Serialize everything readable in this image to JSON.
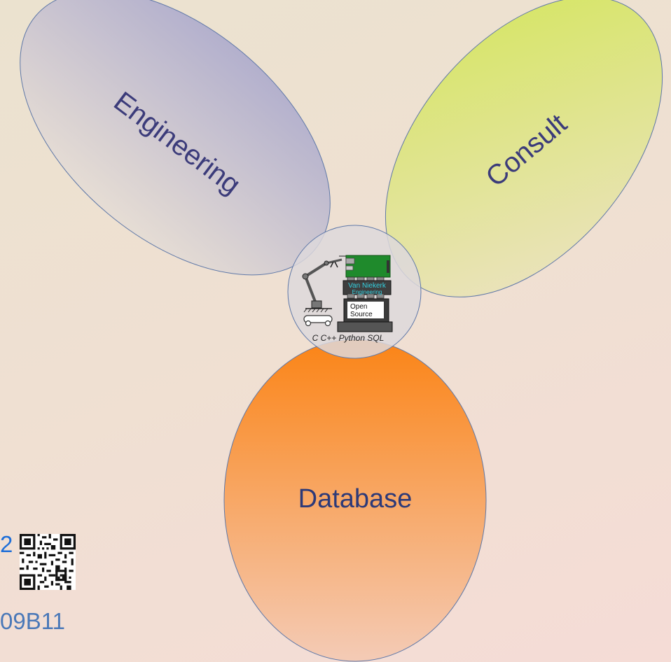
{
  "petals": {
    "engineering": {
      "label": "Engineering"
    },
    "consult": {
      "label": "Consult"
    },
    "database": {
      "label": "Database"
    }
  },
  "logo": {
    "board_text_line1": "Van Niekerk",
    "board_text_line2": "Engineering",
    "screen_line1": "Open",
    "screen_line2": "Source",
    "languages": "C C++ Python SQL"
  },
  "footer": {
    "partial_number": "2",
    "partial_code": "09B11"
  },
  "colors": {
    "engineering_fill": "#b4b4cf",
    "consult_fill": "#d6e86a",
    "database_fill": "#f8902f",
    "label_text": "#3b3b7a",
    "outline": "#5f78a8",
    "link_blue": "#1f6fd8",
    "code_blue": "#4a78b8"
  }
}
